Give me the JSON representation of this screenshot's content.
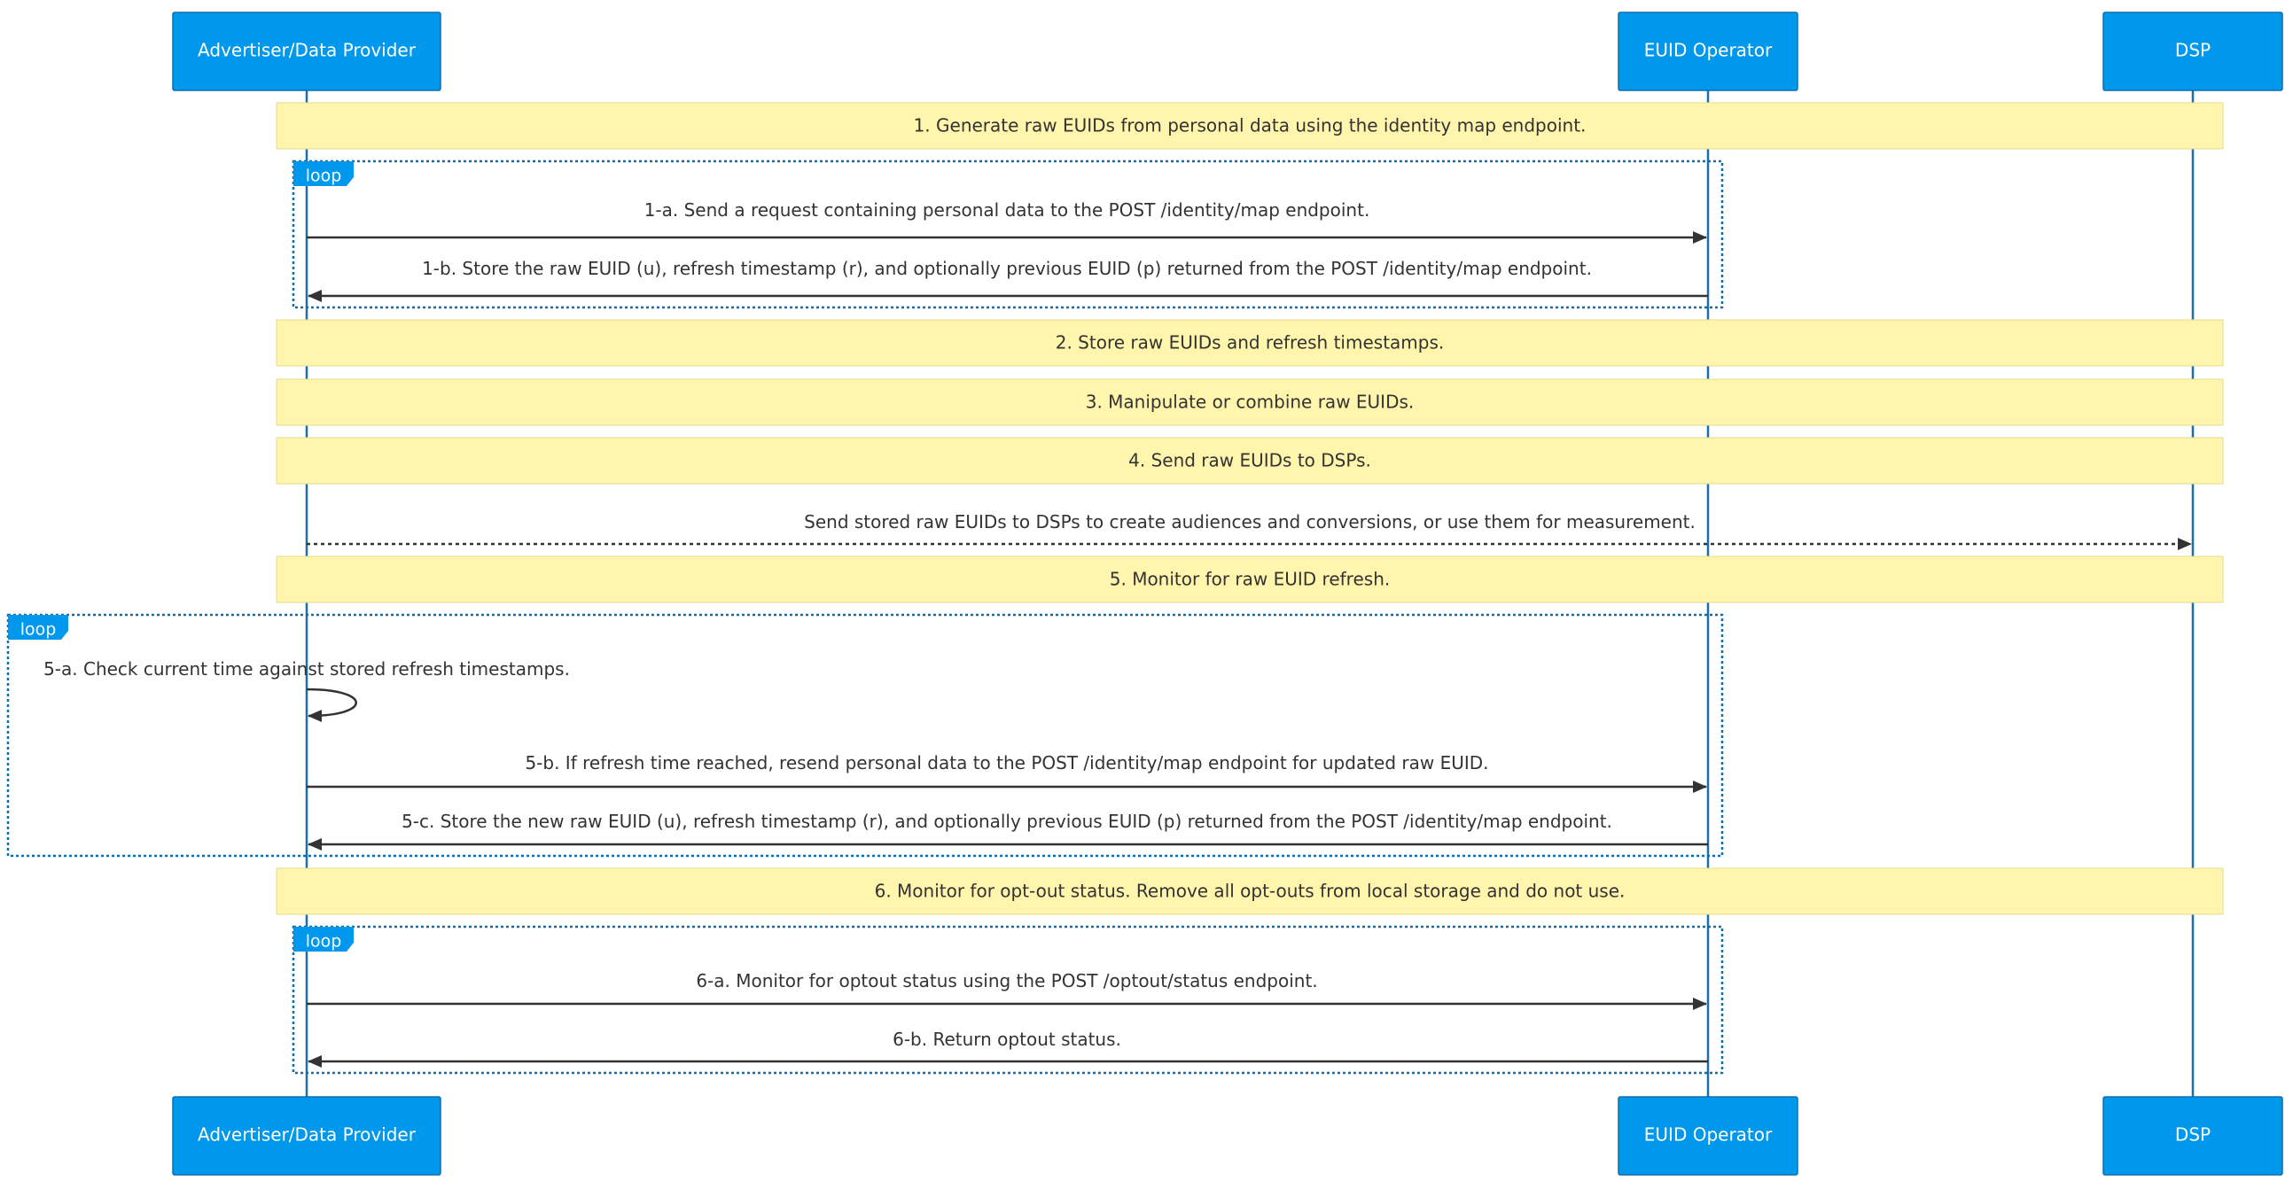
{
  "actors": [
    {
      "id": "adv",
      "label": "Advertiser/Data Provider"
    },
    {
      "id": "op",
      "label": "EUID Operator"
    },
    {
      "id": "dsp",
      "label": "DSP"
    }
  ],
  "notes": [
    "1. Generate raw EUIDs from personal data using the identity map endpoint.",
    "2. Store raw EUIDs and refresh timestamps.",
    "3. Manipulate or combine raw EUIDs.",
    "4. Send raw EUIDs to DSPs.",
    "5. Monitor for raw EUID refresh.",
    "6. Monitor for opt-out status. Remove all opt-outs from local storage and do not use."
  ],
  "loop_label": "loop",
  "messages": [
    {
      "from": "adv",
      "to": "op",
      "style": "solid",
      "text": "1-a. Send a request containing personal data to the POST /identity/map endpoint."
    },
    {
      "from": "op",
      "to": "adv",
      "style": "solid",
      "text": "1-b. Store the raw EUID (u), refresh timestamp (r), and optionally previous EUID (p) returned from the POST /identity/map endpoint."
    },
    {
      "from": "adv",
      "to": "dsp",
      "style": "dotted",
      "text": "Send stored raw EUIDs to DSPs to create audiences and conversions, or use them for measurement."
    },
    {
      "from": "adv",
      "to": "adv",
      "style": "self",
      "text": "5-a. Check current time against stored refresh timestamps."
    },
    {
      "from": "adv",
      "to": "op",
      "style": "solid",
      "text": "5-b. If refresh time reached, resend personal data to the POST /identity/map endpoint for updated raw EUID."
    },
    {
      "from": "op",
      "to": "adv",
      "style": "solid",
      "text": "5-c. Store the new raw EUID (u), refresh timestamp (r), and optionally previous EUID (p) returned from the POST /identity/map endpoint."
    },
    {
      "from": "adv",
      "to": "op",
      "style": "solid",
      "text": "6-a. Monitor for optout status using the POST /optout/status endpoint."
    },
    {
      "from": "op",
      "to": "adv",
      "style": "solid",
      "text": "6-b. Return optout status."
    }
  ]
}
